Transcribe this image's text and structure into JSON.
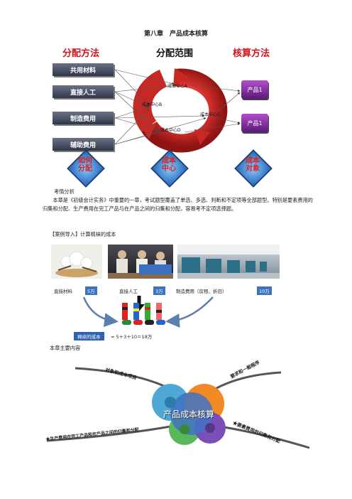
{
  "doc": {
    "chapter_title": "第八章　产品成本核算"
  },
  "diagram": {
    "headers": {
      "method": "分配方法",
      "scope": "分配范围",
      "calc": "核算方法"
    },
    "cost_items": [
      "共用材料",
      "直接人工",
      "制造费用",
      "辅助费用"
    ],
    "cost_centers": [
      "成本中心A",
      "成本中心B",
      "成本中心C",
      "成本中心D"
    ],
    "products": [
      "产品1",
      "产品1"
    ],
    "bottom_diamonds": [
      "如何\n分配",
      "成本\n中心",
      "成本\n对象"
    ],
    "colors": {
      "red": "#d4141b",
      "box": "#3a4254",
      "ring": "#d8312e",
      "product": "#8e2fb0",
      "diamond": "#3d86d8"
    }
  },
  "analysis": {
    "heading": "考情分析",
    "body": "本章是《初级会计实务》中重要的一章，考试题型覆盖了单选、多选、判断和不定项等全部题型。特别是要素费用的归集和分配、生产费用在完工产品与在产品之间的归集和分配，容易考不定项选择题。"
  },
  "case": {
    "heading": "【案例导入】计算棉袜的成本",
    "items": [
      {
        "label": "直接材料",
        "amount": "5万"
      },
      {
        "label": "直接人工",
        "amount": "3万"
      },
      {
        "label": "制造费用（房租、折旧）",
        "amount": "10万"
      }
    ],
    "result_label": "棉袜的成本",
    "formula": "= 5＋3＋10＝18万"
  },
  "mindmap": {
    "heading": "本章主要内容",
    "center": "产品成本核算",
    "branches": [
      "对象和成本项目",
      "要求和一般程序",
      "★生产费用在完工产品和在产品之间的归集和分配",
      "★要素费用的归集和分配"
    ]
  }
}
